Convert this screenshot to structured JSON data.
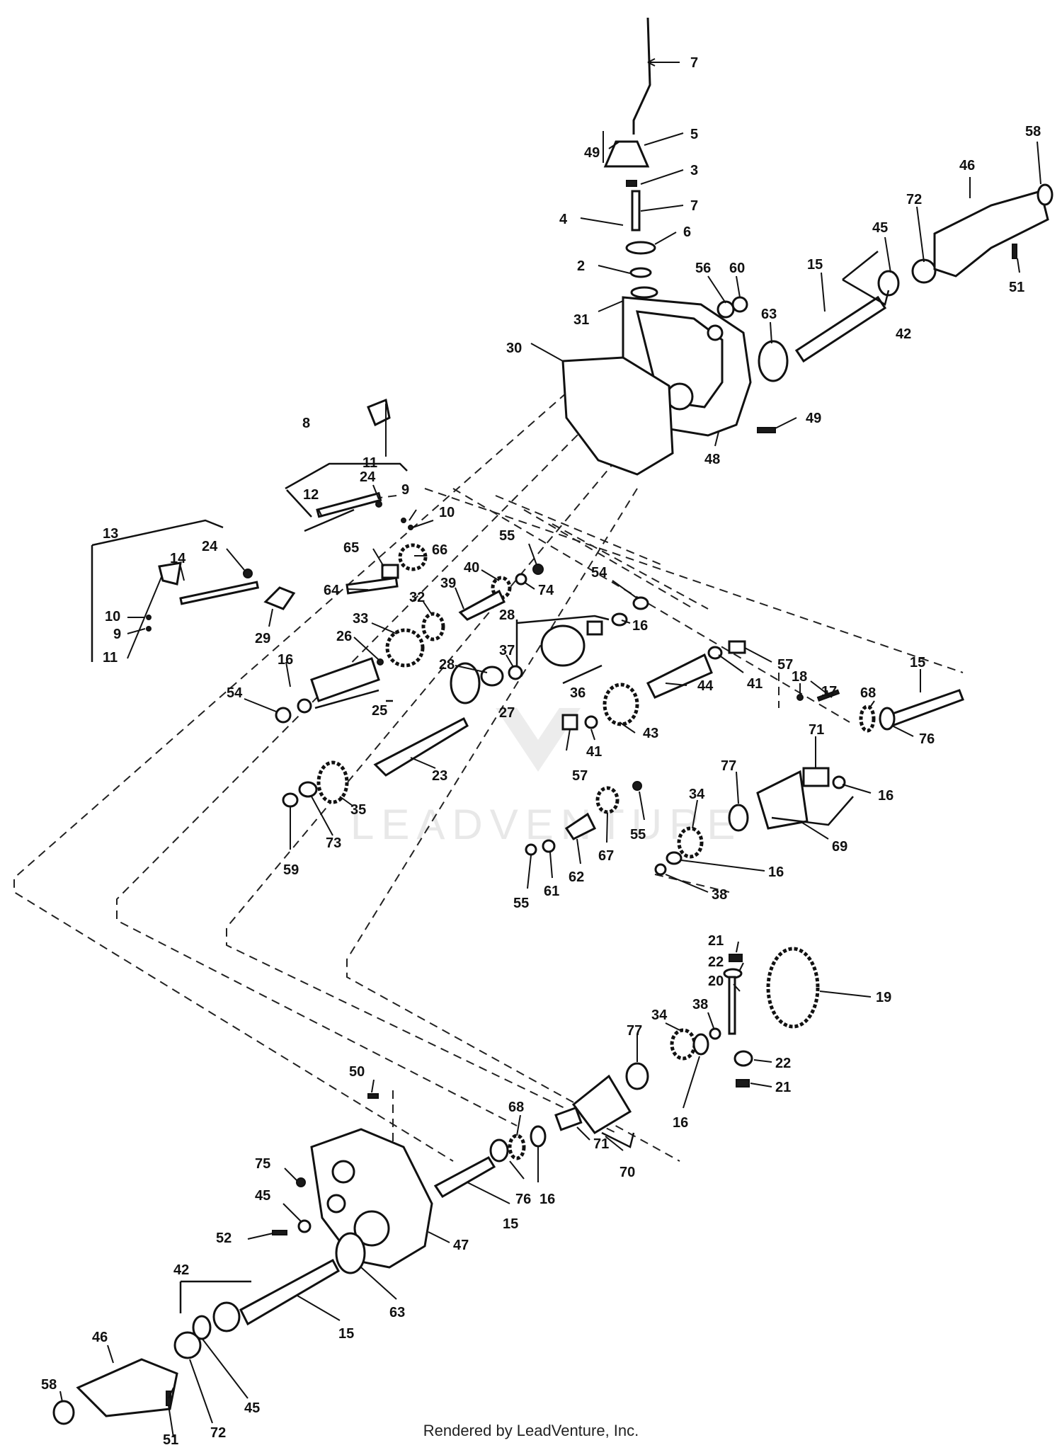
{
  "footer": "Rendered by LeadVenture, Inc.",
  "watermark": "LEADVENTURE",
  "callouts": [
    {
      "id": "c7a",
      "label": "7"
    },
    {
      "id": "c5",
      "label": "5"
    },
    {
      "id": "c49a",
      "label": "49"
    },
    {
      "id": "c3",
      "label": "3"
    },
    {
      "id": "c7b",
      "label": "7"
    },
    {
      "id": "c4",
      "label": "4"
    },
    {
      "id": "c6",
      "label": "6"
    },
    {
      "id": "c2",
      "label": "2"
    },
    {
      "id": "c31",
      "label": "31"
    },
    {
      "id": "c30",
      "label": "30"
    },
    {
      "id": "c56",
      "label": "56"
    },
    {
      "id": "c60",
      "label": "60"
    },
    {
      "id": "c63a",
      "label": "63"
    },
    {
      "id": "c15a",
      "label": "15"
    },
    {
      "id": "c45a",
      "label": "45"
    },
    {
      "id": "c72a",
      "label": "72"
    },
    {
      "id": "c46a",
      "label": "46"
    },
    {
      "id": "c58a",
      "label": "58"
    },
    {
      "id": "c51a",
      "label": "51"
    },
    {
      "id": "c42a",
      "label": "42"
    },
    {
      "id": "c49b",
      "label": "49"
    },
    {
      "id": "c48",
      "label": "48"
    },
    {
      "id": "c8",
      "label": "8"
    },
    {
      "id": "c11a",
      "label": "11"
    },
    {
      "id": "c24a",
      "label": "24"
    },
    {
      "id": "c9a",
      "label": "9"
    },
    {
      "id": "c12",
      "label": "12"
    },
    {
      "id": "c10a",
      "label": "10"
    },
    {
      "id": "c13",
      "label": "13"
    },
    {
      "id": "c24b",
      "label": "24"
    },
    {
      "id": "c14",
      "label": "14"
    },
    {
      "id": "c10b",
      "label": "10"
    },
    {
      "id": "c9b",
      "label": "9"
    },
    {
      "id": "c11b",
      "label": "11"
    },
    {
      "id": "c29",
      "label": "29"
    },
    {
      "id": "c65",
      "label": "65"
    },
    {
      "id": "c66",
      "label": "66"
    },
    {
      "id": "c55a",
      "label": "55"
    },
    {
      "id": "c74",
      "label": "74"
    },
    {
      "id": "c64",
      "label": "64"
    },
    {
      "id": "c40",
      "label": "40"
    },
    {
      "id": "c39",
      "label": "39"
    },
    {
      "id": "c32",
      "label": "32"
    },
    {
      "id": "c33",
      "label": "33"
    },
    {
      "id": "c54a",
      "label": "54"
    },
    {
      "id": "c28a",
      "label": "28"
    },
    {
      "id": "c16a",
      "label": "16"
    },
    {
      "id": "c26",
      "label": "26"
    },
    {
      "id": "c37",
      "label": "37"
    },
    {
      "id": "c28b",
      "label": "28"
    },
    {
      "id": "c36",
      "label": "36"
    },
    {
      "id": "c57a",
      "label": "57"
    },
    {
      "id": "c41a",
      "label": "41"
    },
    {
      "id": "c44",
      "label": "44"
    },
    {
      "id": "c16b",
      "label": "16"
    },
    {
      "id": "c54b",
      "label": "54"
    },
    {
      "id": "c25",
      "label": "25"
    },
    {
      "id": "c27",
      "label": "27"
    },
    {
      "id": "c43",
      "label": "43"
    },
    {
      "id": "c41b",
      "label": "41"
    },
    {
      "id": "c57b",
      "label": "57"
    },
    {
      "id": "c23",
      "label": "23"
    },
    {
      "id": "c35",
      "label": "35"
    },
    {
      "id": "c73",
      "label": "73"
    },
    {
      "id": "c59",
      "label": "59"
    },
    {
      "id": "c18",
      "label": "18"
    },
    {
      "id": "c17",
      "label": "17"
    },
    {
      "id": "c68a",
      "label": "68"
    },
    {
      "id": "c15b",
      "label": "15"
    },
    {
      "id": "c76a",
      "label": "76"
    },
    {
      "id": "c71a",
      "label": "71"
    },
    {
      "id": "c16c",
      "label": "16"
    },
    {
      "id": "c77a",
      "label": "77"
    },
    {
      "id": "c34a",
      "label": "34"
    },
    {
      "id": "c69",
      "label": "69"
    },
    {
      "id": "c55b",
      "label": "55"
    },
    {
      "id": "c67",
      "label": "67"
    },
    {
      "id": "c62",
      "label": "62"
    },
    {
      "id": "c61",
      "label": "61"
    },
    {
      "id": "c55c",
      "label": "55"
    },
    {
      "id": "c16d",
      "label": "16"
    },
    {
      "id": "c38a",
      "label": "38"
    },
    {
      "id": "c21a",
      "label": "21"
    },
    {
      "id": "c22a",
      "label": "22"
    },
    {
      "id": "c20",
      "label": "20"
    },
    {
      "id": "c19",
      "label": "19"
    },
    {
      "id": "c38b",
      "label": "38"
    },
    {
      "id": "c77b",
      "label": "77"
    },
    {
      "id": "c34b",
      "label": "34"
    },
    {
      "id": "c22b",
      "label": "22"
    },
    {
      "id": "c21b",
      "label": "21"
    },
    {
      "id": "c16e",
      "label": "16"
    },
    {
      "id": "c50",
      "label": "50"
    },
    {
      "id": "c68b",
      "label": "68"
    },
    {
      "id": "c71b",
      "label": "71"
    },
    {
      "id": "c70",
      "label": "70"
    },
    {
      "id": "c75",
      "label": "75"
    },
    {
      "id": "c45b",
      "label": "45"
    },
    {
      "id": "c52",
      "label": "52"
    },
    {
      "id": "c76b",
      "label": "76"
    },
    {
      "id": "c16f",
      "label": "16"
    },
    {
      "id": "c15c",
      "label": "15"
    },
    {
      "id": "c47",
      "label": "47"
    },
    {
      "id": "c63b",
      "label": "63"
    },
    {
      "id": "c42b",
      "label": "42"
    },
    {
      "id": "c15d",
      "label": "15"
    },
    {
      "id": "c46b",
      "label": "46"
    },
    {
      "id": "c58b",
      "label": "58"
    },
    {
      "id": "c45c",
      "label": "45"
    },
    {
      "id": "c72b",
      "label": "72"
    },
    {
      "id": "c51b",
      "label": "51"
    }
  ]
}
